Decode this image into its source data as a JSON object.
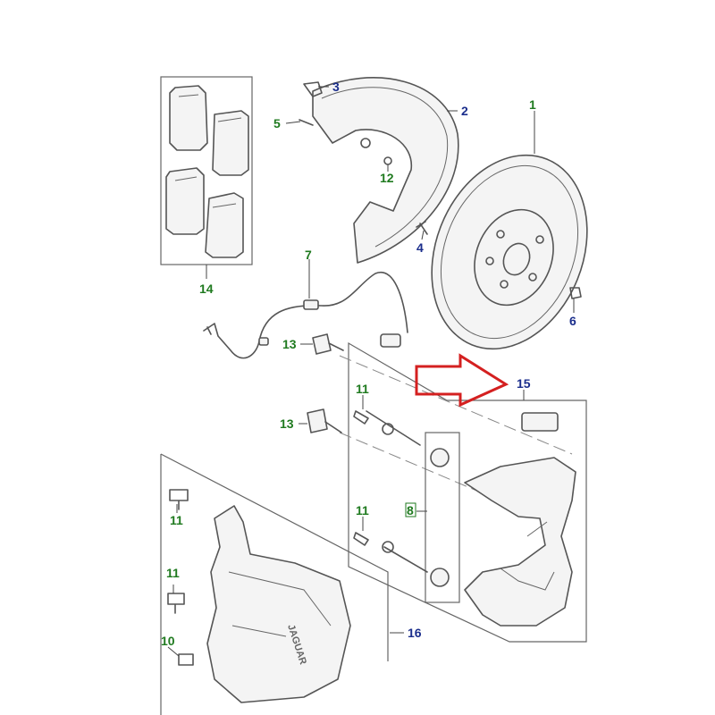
{
  "diagram": {
    "callouts": {
      "c1": "1",
      "c2": "2",
      "c3": "3",
      "c4": "4",
      "c5": "5",
      "c6": "6",
      "c7": "7",
      "c8": "8",
      "c10": "10",
      "c11a": "11",
      "c11b": "11",
      "c11c": "11",
      "c11d": "11",
      "c12": "12",
      "c13a": "13",
      "c13b": "13",
      "c14": "14",
      "c15": "15",
      "c16": "16"
    },
    "caliper_logo": "JAGUAR",
    "colors": {
      "callout_green": "#1f7a1f",
      "callout_blue": "#1b2e8c",
      "highlight_arrow": "#d42020",
      "line": "#555555"
    }
  }
}
